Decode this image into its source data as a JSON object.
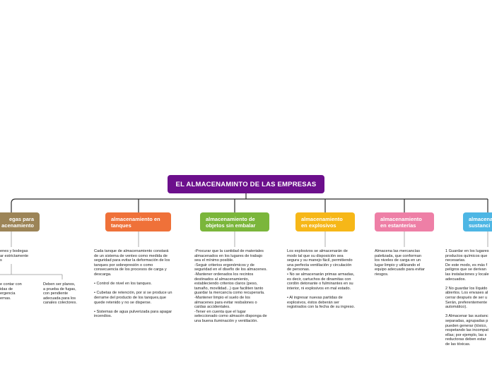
{
  "root": {
    "label": "EL ALMACENAMINTO DE LAS EMPRESAS",
    "color": "#6c0f8c"
  },
  "branches": [
    {
      "label": "egas para\nacenamiento",
      "color": "#9c8457",
      "text": "enes y bodegas\nar estrictamente\ns",
      "sub": [
        {
          "text": "e contar con\nidas de\nergencia\nernas."
        },
        {
          "text": "Deben ser planos,\na prueba de fugas,\ncon pendiente\nadecuada para los\ncanales colectores."
        }
      ]
    },
    {
      "label": "almacenamiento en\ntanques",
      "color": "#ef7139",
      "text": "Cada tanque de almacenamiento constará\nde un sistema de venteo como medida de\nseguridad para evitar la deformación de los\ntanques por sobrepresión o como\nconsecuencia de los procesos de carga y\ndescarga.\n\n• Control de nivel en los tanques.\n\n• Cubetas de retención, por si se produce un\nderrame del producto de los tanques,que\nquede retenido y no se disperse.\n\n• Sistemas de agua pulverizada para apagar\nincendios."
    },
    {
      "label": "almacenamiento de\nobjetos sin embalar",
      "color": "#7bb63b",
      "text": "-Procurar que la cantidad de materiales\nalmacenados en los lugares de trabajo\nsea el mínimo posible.\n-Seguir criterios ergonómicos y de\nseguridad en el diseño de los almacenes.\n-Mantener ordenados los recintos\ndestinados al almacenamiento,\nestableciendo criterios claros (peso,\ntamaño, movilidad...) que faciliten tanto\nguardar la mercancía como recuperarla.\n-Mantener limpio el suelo de los\nalmacenes para evitar resbalones o\ncaídas accidentales.\n-Tener en cuenta que el lugar\nseleccionado como almacén disponga de\nuna buena iluminación y ventilación."
    },
    {
      "label": "almacenamiento\nen explosivos",
      "color": "#f6b718",
      "text": "Los explosivos se almacenarán de\nmodo tal que su disposición sea\nsegura y su manejo fácil, permitiendo\nuna perfecta ventilación y circulación\nde personas.\n• No se almacenarán primas armadas,\nes decir, cartuchos de dinamitas con\ncordón detonante o fulminantes en su\ninterior, ni explosivos en mal estado.\n\n• Al ingresar nuevas partidas de\nexplosivos, éstos deberán ser\nregistrados con la fecha de su ingreso."
    },
    {
      "label": "almacenamiento\nen estanterías",
      "color": "#ee7fa6",
      "text": "Almacena las mercancías\npaletizada, que conforman\nlos niveles de carga en un\nlugar limpio y utilizando el\nequipo adecuado para evitar\nriesgos."
    },
    {
      "label": "almacena\nsustanci",
      "color": "#4db6e4",
      "text": "1 Guardar en los lugares\nproductos químicos que\nnecesarias.\nDe este modo, es más f\npeligros que se derivan\nlas instalaciones y locale\nadecuados.\n\n2 No guardar los líquido\nabiertos. Los envases al\ncerrar después de ser u\nSerán, preferentemente\nautomático).\n\n3 Almacenar las sustanc\nseparadas, agrupadas p\npueden generar (tóxico,\nrespetando las incompat\nellas; por ejemplo, las s\nreductoras deben estar\nde las tóxicas."
    }
  ]
}
